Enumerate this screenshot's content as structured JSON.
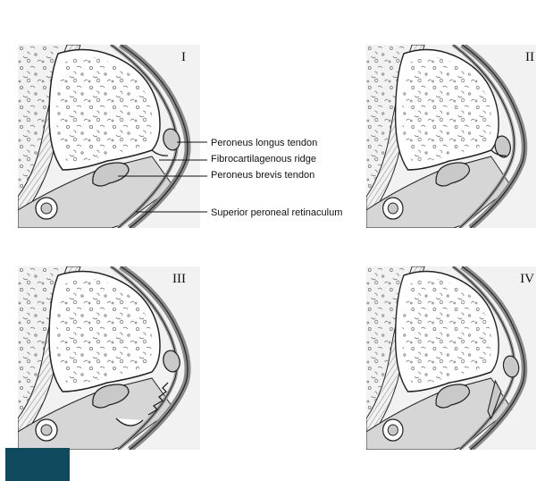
{
  "panels": [
    {
      "id": "panel-1",
      "roman": "I",
      "variant": 1
    },
    {
      "id": "panel-2",
      "roman": "II",
      "variant": 2
    },
    {
      "id": "panel-3",
      "roman": "III",
      "variant": 3
    },
    {
      "id": "panel-4",
      "roman": "IV",
      "variant": 4
    }
  ],
  "labels": {
    "peroneus_longus": "Peroneus longus tendon",
    "fibrocartilagenous_ridge": "Fibrocartilagenous ridge",
    "peroneus_brevis": "Peroneus brevis tendon",
    "superior_retinaculum": "Superior peroneal retinaculum"
  },
  "colors": {
    "background": "#ffffff",
    "panel_background": "#f2f2f2",
    "bone_fill": "#ffffff",
    "bone_outline": "#222222",
    "soft_tissue": "#d6d6d6",
    "tendon_fill": "#c9c9c9",
    "hatch": "#9c9c9c",
    "corner_block": "#104a5e"
  }
}
